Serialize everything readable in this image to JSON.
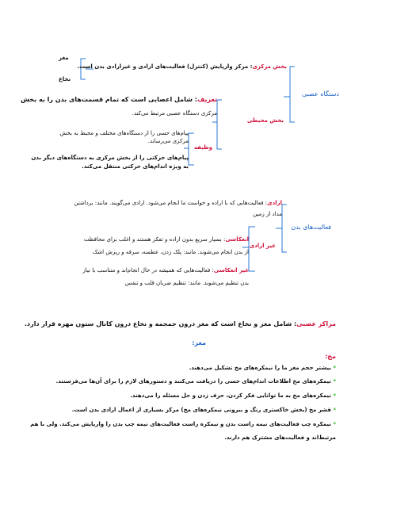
{
  "colors": {
    "blue": "#1b63c6",
    "red": "#d0103a",
    "green": "#33b833",
    "line": "#2a78d6"
  },
  "diagram": {
    "section1": {
      "title": "دستگاه عصبی",
      "central": {
        "label": "بخش مرکزی",
        "text": ": مرکز وارپایش (کنترل) فعالیت‌های ارادی و غیرارادی بدن است.",
        "brain": "مغز",
        "spinal": "نخاع"
      },
      "peripheral": {
        "label": "بخش محیطی",
        "def_label": "تعریف",
        "def_text_1": ": شامل اعصابی است که تمام قسمت‌های بدن را به بخش",
        "def_text_2": "مرکزی دستگاه عصبی مرتبط می‌کند.",
        "function_label": "وظیفه",
        "func1_line1": "پیام‌های حسی را از دستگاه‌های مختلف و محیط به بخش",
        "func1_line2": "مرکزی می‌رساند.",
        "func2_line1": "پیام‌های حرکتی را از بخش مرکزی به دستگاه‌های دیگر بدن",
        "func2_line2": "به ویژه اندام‌های حرکتی منتقل می‌کند."
      }
    },
    "section2": {
      "title": "فعالیت‌های بدن",
      "voluntary": {
        "label": "ارادی",
        "text_1": ": فعالیت‌هایی که با اراده و خواست ما انجام می‌شود. ارادی می‌گویند. مانند: برداشتن",
        "text_2": "مداد از زمین"
      },
      "involuntary": {
        "label": "غیر ارادی",
        "reflex_label": "انعکاسی",
        "reflex_text_1": ": بسیار سریع بدون اراده و تفکر هستند و اغلب برای محافظت",
        "reflex_text_2": "از بدن انجام می‌شوند. مانند: پلک زدن، عطسه، سرفه و ریزش اشک",
        "nonreflex_label": "غیر انعکاسی",
        "nonreflex_text_1": ": فعالیت‌هایی که همیشه در حال انجام‌اند و متناسب با نیاز",
        "nonreflex_text_2": "بدن تنظیم می‌شوند. مانند: تنظیم ضربان قلب و تنفس"
      }
    }
  },
  "body_text": {
    "centers_label": "مراکز عصبی",
    "centers_text": ": شامل مغز و نخاع است که مغز درون جمجمه و نخاع درون کانال ستون مهره قرار دارد.",
    "brain_heading": "مغز:",
    "brain_label": "مخ:",
    "star": "*",
    "bullets": [
      "بیشتر حجم مغز ما را نیمکره‌های مخ تشکیل می‌دهند.",
      "نیمکره‌های مخ اطلاعات اندام‌های حسی را دریافت می‌کنند و دستورهای لازم را برای آن‌ها می‌فرستند.",
      "نیمکره‌های مخ به ما توانایی فکر کردن، حرف زدن و حل مسئله را می‌دهند.",
      "قشر مخ (بخش خاکستری رنگ و بیرونی نیمکره‌های مخ) مرکز بسیاری از اعمال ارادی بدن است."
    ],
    "last_bullet_1": "نیمکره چپ فعالیت‌های نیمه راست بدن و نیمکره راست فعالیت‌های نیمه چپ بدن را وارپایش می‌کند. ولی با هم",
    "last_bullet_2": "مرتبط‌اند و فعالیت‌های مشترک هم دارند."
  }
}
